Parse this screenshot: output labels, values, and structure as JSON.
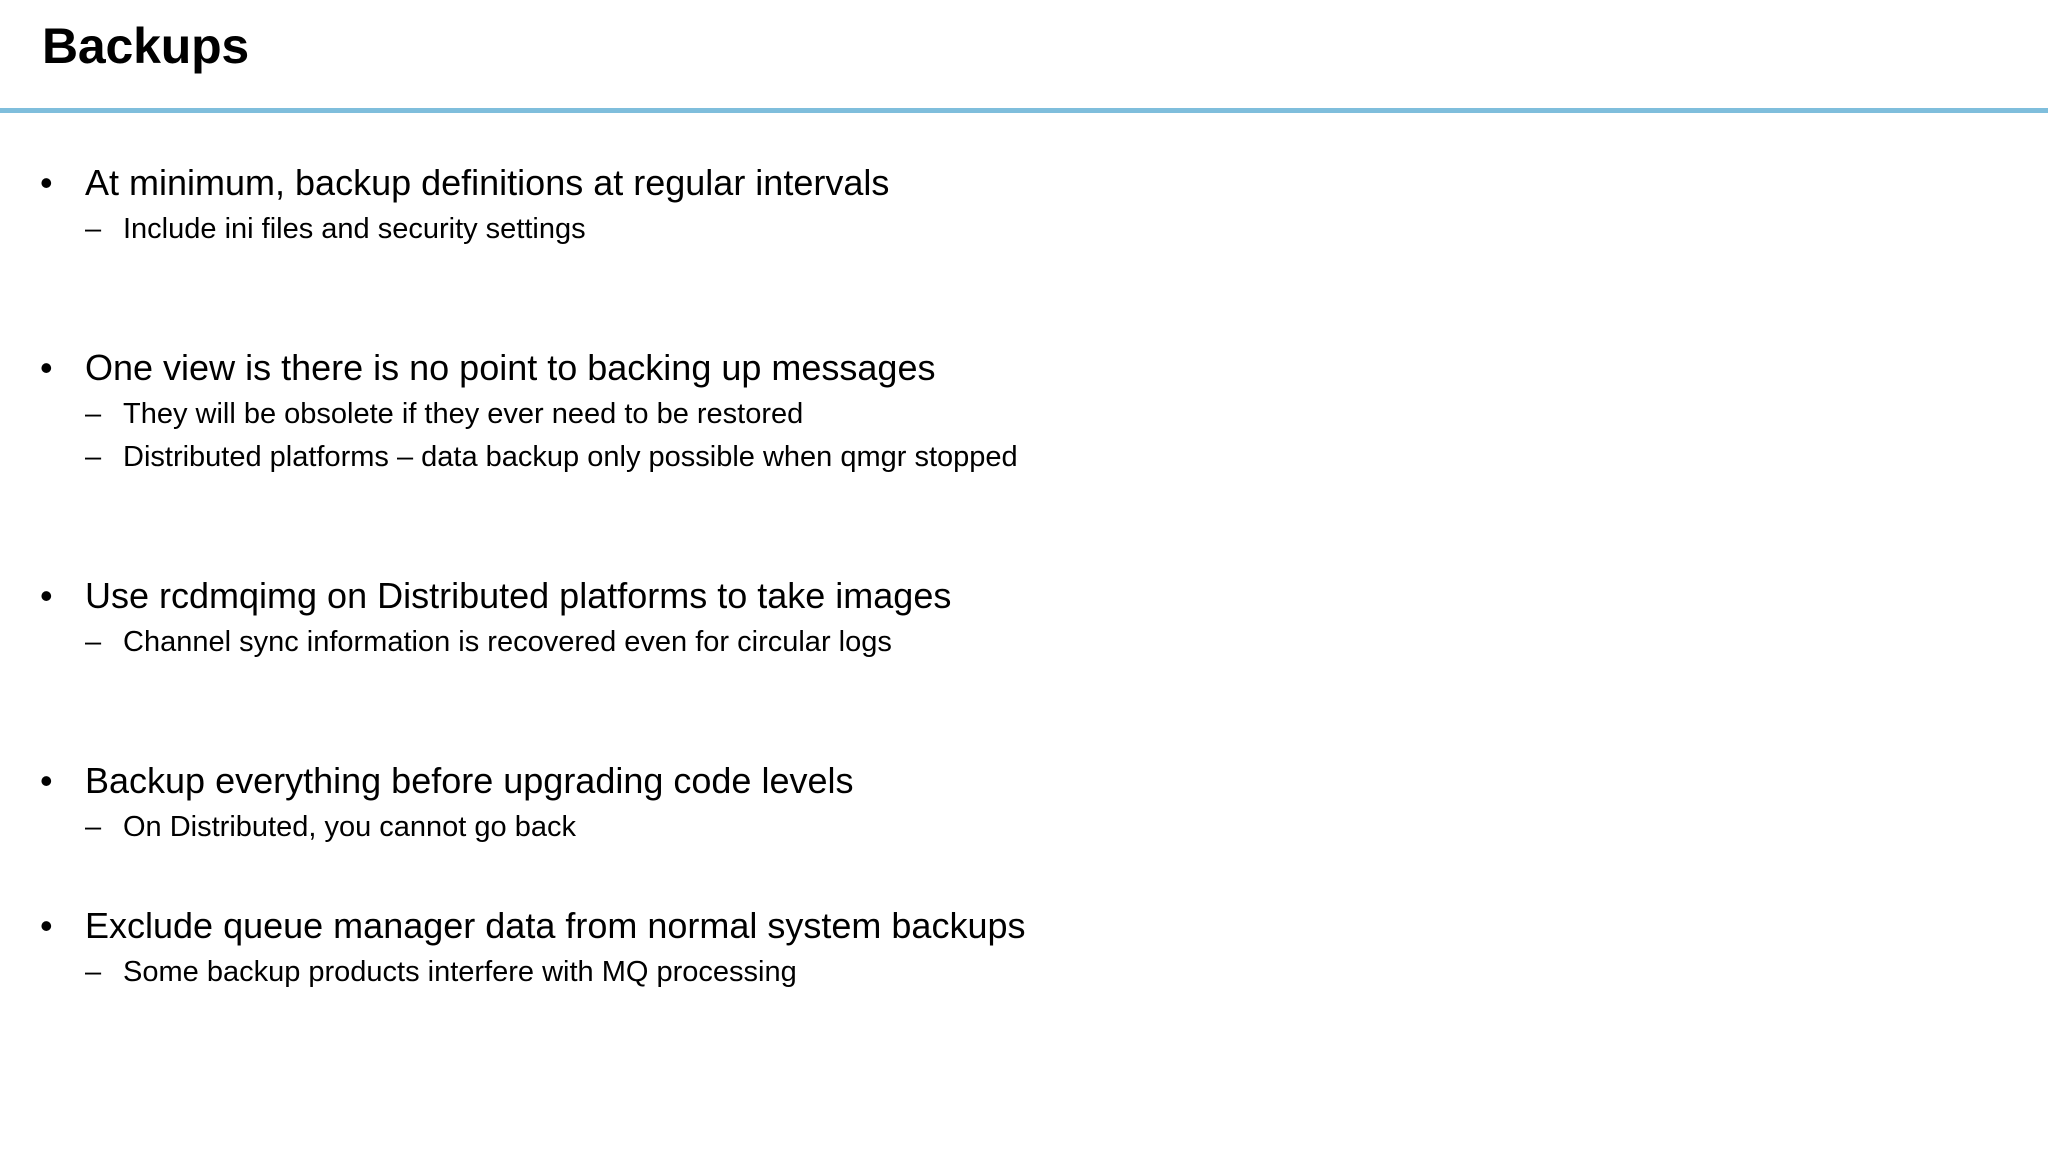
{
  "slide": {
    "title": "Backups",
    "divider_color": "#7fbedc",
    "background_color": "#ffffff",
    "text_color": "#000000",
    "level1_marker": "•",
    "level2_marker": "–",
    "groups": [
      {
        "heading": "At minimum, backup definitions at regular intervals",
        "sub_items": [
          "Include ini files and security settings"
        ]
      },
      {
        "heading": "One view is there is no point to backing up messages",
        "sub_items": [
          "They will be obsolete if they ever need to be restored",
          "Distributed platforms – data backup only possible when qmgr stopped"
        ]
      },
      {
        "heading": "Use rcdmqimg on Distributed platforms to take images",
        "sub_items": [
          "Channel sync information is recovered even for circular logs"
        ]
      },
      {
        "heading": "Backup everything before upgrading code levels",
        "sub_items": [
          "On Distributed, you cannot go back"
        ]
      },
      {
        "heading": "Exclude queue manager data from normal system backups",
        "sub_items": [
          "Some backup products interfere with MQ processing"
        ]
      }
    ]
  }
}
